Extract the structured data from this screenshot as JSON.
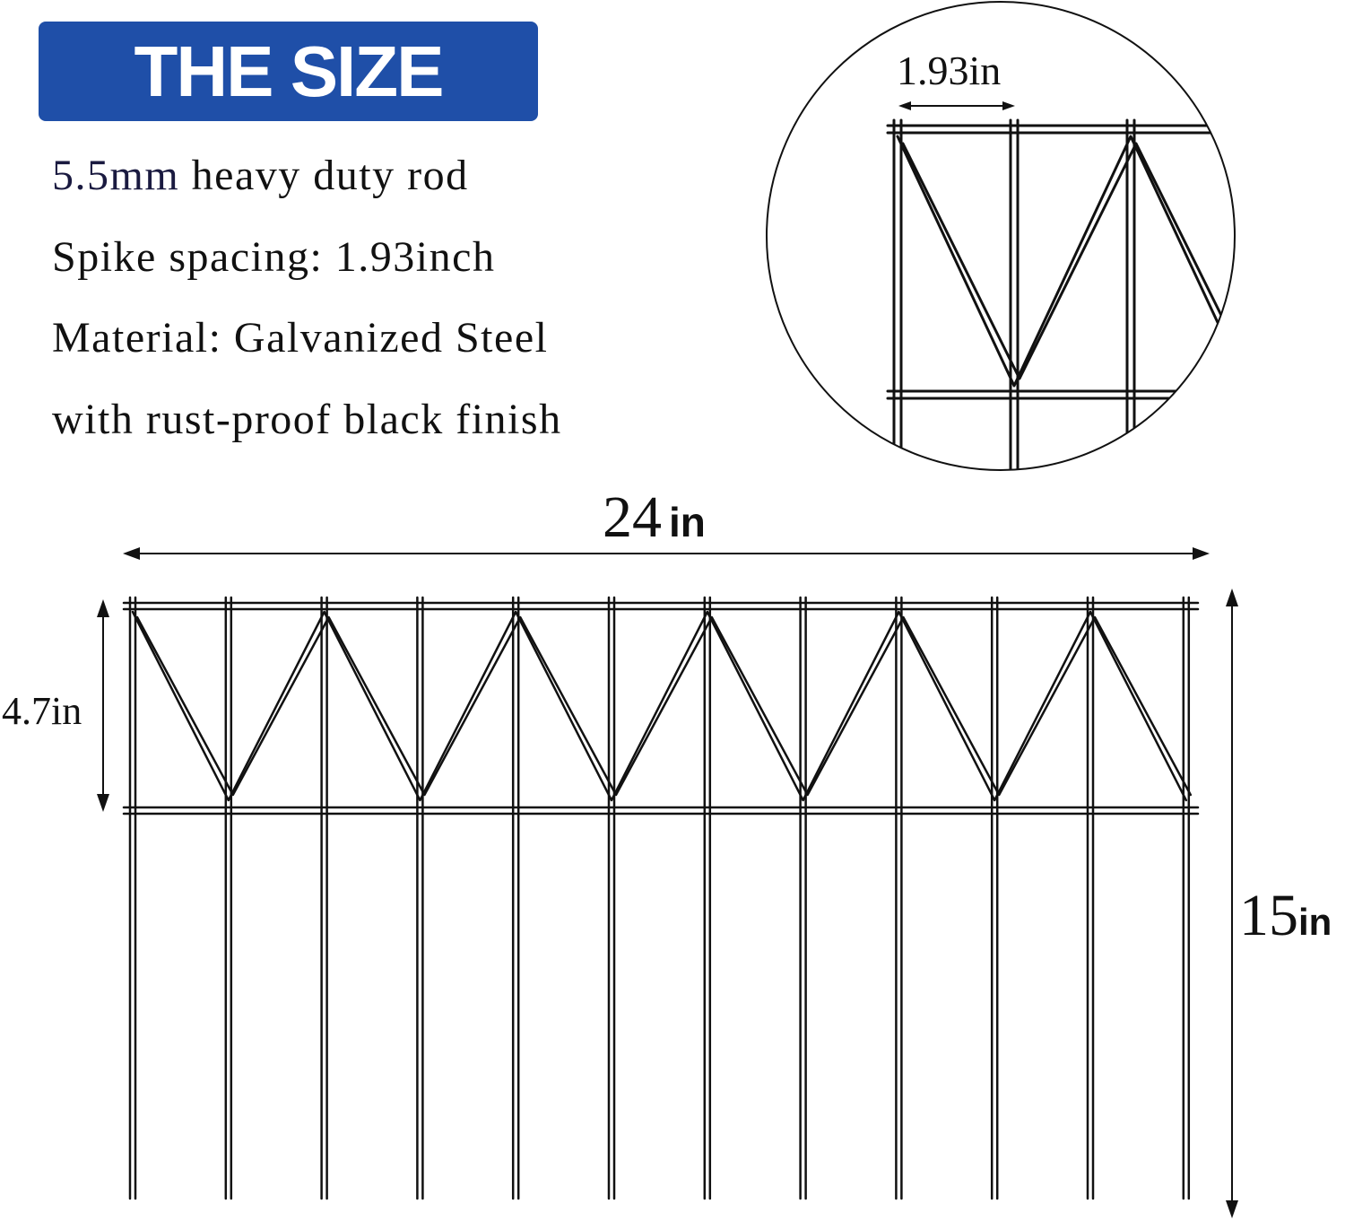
{
  "header": {
    "title": "THE SIZE"
  },
  "specs": {
    "rod_prefix": "5.5mm",
    "rod_rest": " heavy duty rod",
    "spacing": "Spike spacing: 1.93inch",
    "material": "Material: Galvanized Steel",
    "finish": "with rust-proof black finish"
  },
  "dimensions": {
    "detail_spacing": "1.93in",
    "width_value": "24",
    "width_unit": "in",
    "pattern_height": "4.7in",
    "total_height_value": "15",
    "total_height_unit": "in"
  },
  "colors": {
    "badge": "#1f4fa8",
    "text": "#111111",
    "wire": "#111111"
  }
}
